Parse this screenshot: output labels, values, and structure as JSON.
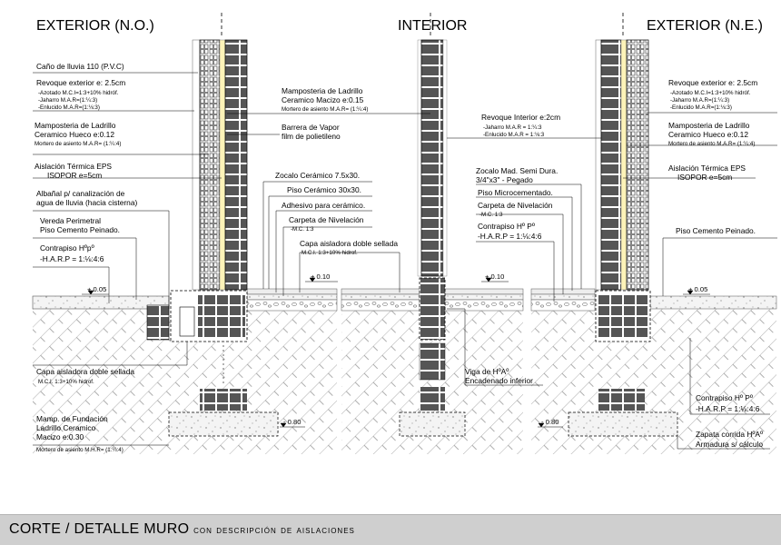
{
  "headings": {
    "left": "EXTERIOR (N.O.)",
    "center": "INTERIOR",
    "right": "EXTERIOR (N.E.)"
  },
  "labels": {
    "l1": "Caño de lluvia 110 (P.V.C)",
    "l2": "Revoque exterior e: 2.5cm",
    "l2a": "-Azotado M.C.I=1:3+10% hidróf.",
    "l2b": "-Jaharro M.A.R=(1:¼:3)",
    "l2c": "-Enlucido M.A.R=(1:⅛:3)",
    "l3": "Mamposteria de Ladrillo",
    "l3b": "Ceramico  Hueco e:0.12",
    "l3c": "Mortero de asiento M.A.R= (1:¼:4)",
    "l4": "Aislación Térmica EPS",
    "l4b": "ISOPOR e=5cm",
    "l5": "Albañal p/ canalización de",
    "l5b": "agua de lluvia (hacia cisterna)",
    "l6": "Vereda Perimetral",
    "l6b": "Piso Cemento Peinado.",
    "l7": "Contrapiso Hºpº",
    "l7b": "-H.A.R.P = 1:⅛:4:6",
    "l8": "Capa aisladora doble sellada",
    "l8b": "M.C.I. 1:3+10% hidrof.",
    "l9": "Mamp. de Fundación",
    "l9b": "Ladrillo Ceramico",
    "l9c": "Macizo e:0.30",
    "l9d": "Mortero de asiento M.H.R= (1:¼:4)",
    "c1": "Mamposteria de Ladrillo",
    "c1b": "Ceramico  Macizo e:0.15",
    "c1c": "Mortero de asiento M.A.R= (1:¼:4)",
    "c2": "Barrera de Vapor",
    "c2b": "film de polietileno",
    "c3": "Zocalo Cerámico 7.5x30.",
    "c4": "Piso Cerámico 30x30.",
    "c5": "Adhesivo para cerámico.",
    "c6": "Carpeta de Nivelación",
    "c6b": "-M.C. 1:3",
    "c7": "Capa aisladora doble sellada",
    "c7b": "M.C.I. 1:3+10% hidrof.",
    "m1": "Revoque Interior e:2cm",
    "m1b": "-Jaharro M.A.R = 1:¼:3",
    "m1c": "-Enlucido M.A.R = 1:⅛:3",
    "m2": "Zocalo Mad. Semi Dura.",
    "m2b": "3/4\"x3\" - Pegado",
    "m3": "Piso Microcementado.",
    "m4": "Carpeta de Nivelación",
    "m4b": "-M.C. 1:3",
    "m5": "Contrapiso Hº Pº",
    "m5b": "-H.A.R.P = 1:⅛:4:6",
    "m6": "Viga de HºAº",
    "m6b": "Encadenado inferior",
    "r1": "Revoque exterior e: 2.5cm",
    "r1a": "-Azotado M.C.I=1:3+10% hidróf.",
    "r1b": "-Jaharro M.A.R=(1:¼:3)",
    "r1c": "-Enlucido M.A.R=(1:⅛:3)",
    "r2": "Mamposteria de Ladrillo",
    "r2b": "Ceramico  Hueco e:0.12",
    "r2c": "Mortero de asiento M.A.R= (1:¼:4)",
    "r3": "Aislación Térmica EPS",
    "r3b": "ISOPOR e=5cm",
    "r4": "Piso Cemento Peinado.",
    "r5": "Contrapiso Hº Pº",
    "r5b": "-H.A.R.P = 1:⅛:4:6",
    "r6": "Zapata corrida HºAº",
    "r6b": "Armadura s/ cálculo"
  },
  "levels": {
    "a": "+ 0.05",
    "b": "+ 0.10",
    "c": "+ 0.10",
    "d": "+ 0.05",
    "e": "- 0.80",
    "f": "- 0.80"
  },
  "caption": {
    "main": "CORTE / DETALLE MURO",
    "sub": "con descripción de aislaciones"
  }
}
